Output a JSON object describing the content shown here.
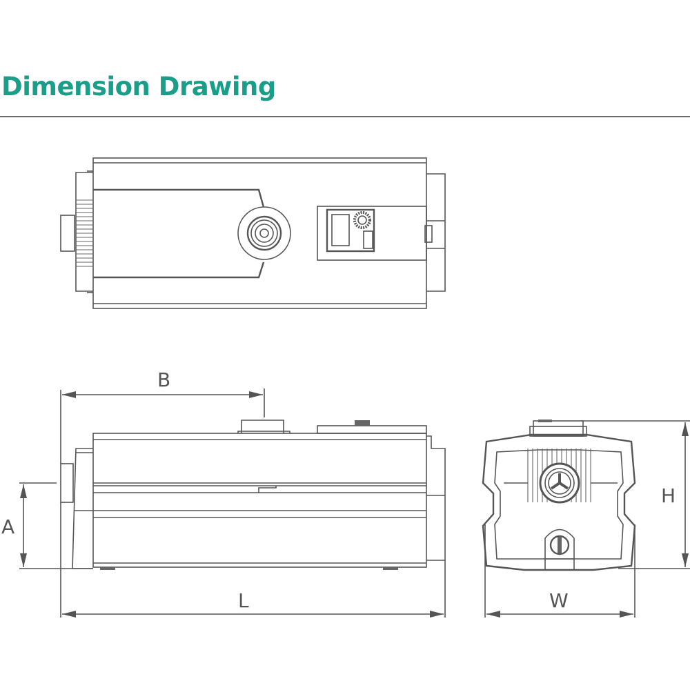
{
  "header": {
    "title": "Dimension Drawing",
    "title_color": "#1a9e8a"
  },
  "views": {
    "top": {
      "label": "top-view"
    },
    "side": {
      "label": "side-view"
    },
    "front": {
      "label": "front-view"
    }
  },
  "dimensions": {
    "A": "A",
    "B": "B",
    "L": "L",
    "H": "H",
    "W": "W"
  },
  "colors": {
    "line": "#555555",
    "rule": "#6b6b6b"
  }
}
